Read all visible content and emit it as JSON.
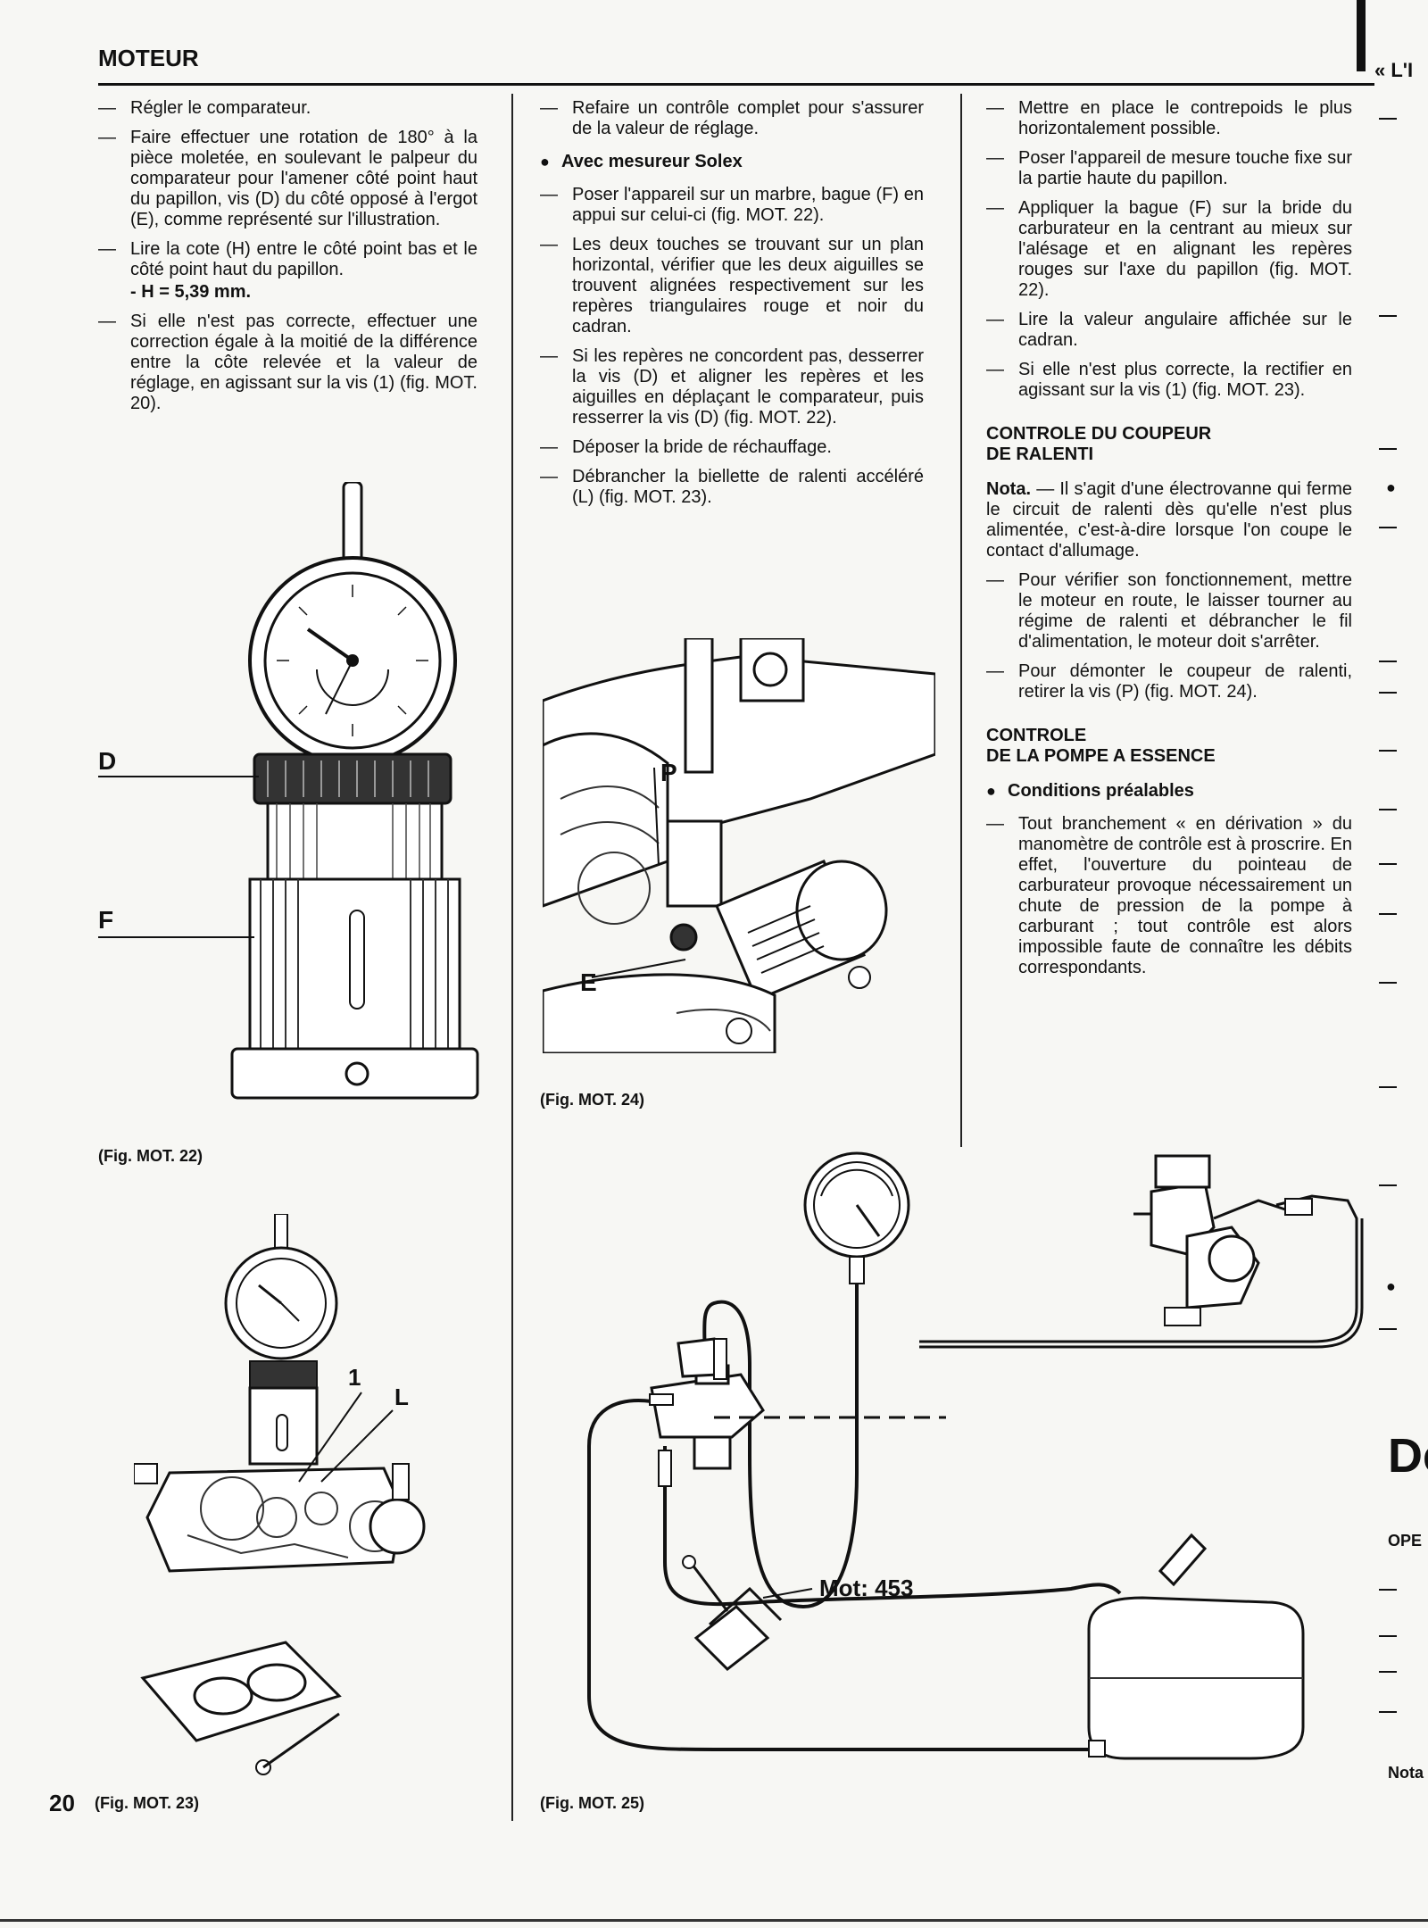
{
  "header": {
    "title": "MOTEUR",
    "next_page_fragment": "« L'I"
  },
  "col1": {
    "items": [
      "Régler le comparateur.",
      "Faire effectuer une rotation de 180° à la pièce moletée, en soulevant le palpeur du comparateur pour l'amener côté point haut du papillon, vis (D) du côté opposé à l'ergot (E), comme représenté sur l'illustration.",
      "Lire la cote (H) entre le côté point bas et le côté point haut du papillon.",
      "Si elle n'est pas correcte, effectuer une correction égale à la moitié de la différence entre la côte relevée et la valeur de réglage, en agissant sur la vis (1) (fig. MOT. 20)."
    ],
    "h_value": "- H = 5,39 mm."
  },
  "col2": {
    "item_intro": "Refaire un contrôle complet pour s'assurer de la valeur de réglage.",
    "subhead": "Avec mesureur Solex",
    "items": [
      "Poser l'appareil sur un marbre, bague (F) en appui sur celui-ci (fig. MOT. 22).",
      "Les deux touches se trouvant sur un plan horizontal, vérifier que les deux aiguilles se trouvent alignées respectivement sur les repères triangulaires rouge et noir du cadran.",
      "Si les repères ne concordent pas, desserrer la vis (D) et aligner les repères et les aiguilles en déplaçant le comparateur, puis resserrer la vis (D) (fig. MOT. 22).",
      "Déposer la bride de réchauffage.",
      "Débrancher la biellette de ralenti accéléré (L) (fig. MOT. 23)."
    ]
  },
  "col3": {
    "items": [
      "Mettre en place le contrepoids le plus horizontalement possible.",
      "Poser l'appareil de mesure touche fixe sur la partie haute du papillon.",
      "Appliquer la bague (F) sur la bride du carburateur en la centrant au mieux sur l'alésage et en alignant les repères rouges sur l'axe du papillon (fig. MOT. 22).",
      "Lire la valeur angulaire affichée sur le cadran.",
      "Si elle n'est plus correcte, la rectifier en agissant sur la vis (1) (fig. MOT. 23)."
    ],
    "section1_line1": "CONTROLE DU COUPEUR",
    "section1_line2": "DE RALENTI",
    "nota_label": "Nota.",
    "nota_text": "— Il s'agit d'une électrovanne qui ferme le circuit de ralenti dès qu'elle n'est plus alimentée, c'est-à-dire lorsque l'on coupe le contact d'allumage.",
    "items2": [
      "Pour vérifier son fonctionnement, mettre le moteur en route, le laisser tourner au régime de ralenti et débrancher le fil d'alimentation, le moteur doit s'arrêter.",
      "Pour démonter le coupeur de ralenti, retirer la vis (P) (fig. MOT. 24)."
    ],
    "section2_line1": "CONTROLE",
    "section2_line2": "DE LA POMPE A ESSENCE",
    "subhead": "Conditions préalables",
    "items3": [
      "Tout branchement « en dérivation » du manomètre de contrôle est à proscrire. En effet, l'ouverture du pointeau de carburateur provoque nécessairement un chute de pression de la pompe à carburant ; tout contrôle est alors impossible faute de connaître les débits correspondants."
    ]
  },
  "figures": {
    "fig22": {
      "caption": "(Fig. MOT. 22)",
      "label_d": "D",
      "label_f": "F"
    },
    "fig23": {
      "caption": "(Fig. MOT. 23)",
      "label_1": "1",
      "label_l": "L"
    },
    "fig24": {
      "caption": "(Fig. MOT. 24)",
      "label_p": "P",
      "label_e": "E"
    },
    "fig25": {
      "caption": "(Fig. MOT. 25)",
      "label_tool": "Mot: 453"
    }
  },
  "page_number": "20",
  "right_edge": {
    "big_title": "Dé",
    "ope": "OPE",
    "nota": "Nota"
  }
}
